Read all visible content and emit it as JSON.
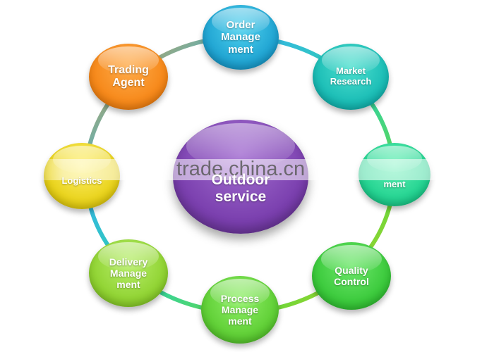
{
  "center": {
    "label": "Outdoor\nservice"
  },
  "nodes": [
    {
      "id": "order",
      "label": "Order\nManage\nment",
      "color": "#1b9fcf"
    },
    {
      "id": "market",
      "label": "Market\nResearch",
      "color": "#15b9b3"
    },
    {
      "id": "mgmt",
      "label": "ment",
      "color": "#1ed08e"
    },
    {
      "id": "quality",
      "label": "Quality\nControl",
      "color": "#35c636"
    },
    {
      "id": "process",
      "label": "Process\nManage\nment",
      "color": "#5acb30"
    },
    {
      "id": "delivery",
      "label": "Delivery\nManage\nment",
      "color": "#8cd02c"
    },
    {
      "id": "logistics",
      "label": "Logistics",
      "color": "#e6cf12"
    },
    {
      "id": "trading",
      "label": "Trading\nAgent",
      "color": "#f58414"
    }
  ],
  "watermark": "trade.china.cn"
}
